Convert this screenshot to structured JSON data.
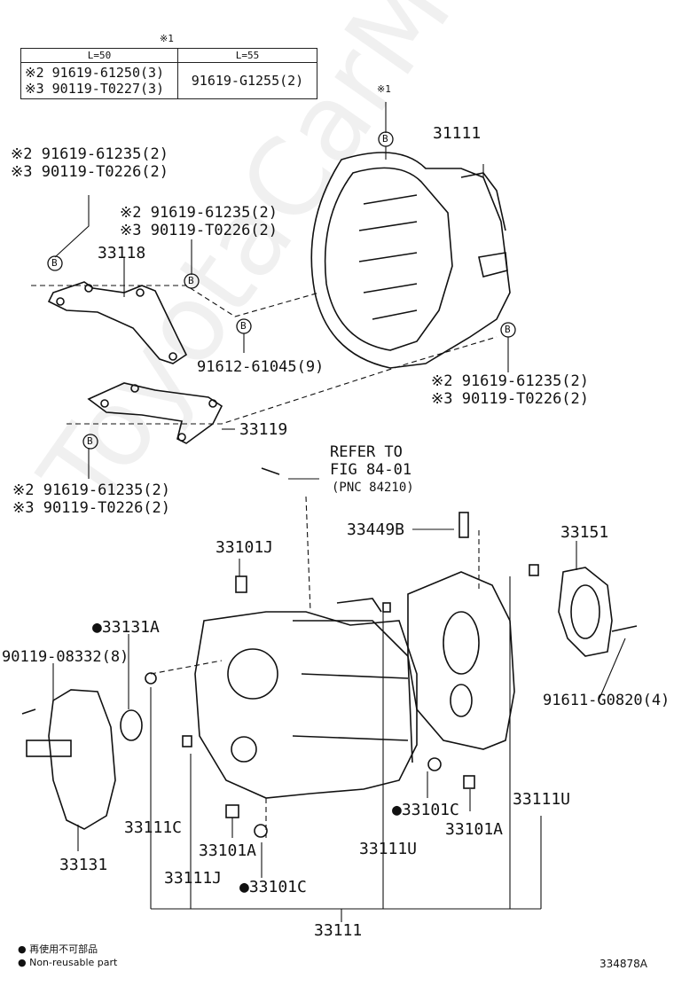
{
  "table": {
    "mark": "※1",
    "col1_header": "L=50",
    "col2_header": "L=55",
    "row1": "※2 91619-61250(3)",
    "row2": "※3 90119-T0227(3)",
    "col2_value": "91619-G1255(2)"
  },
  "labels": {
    "p31111_top": "31111",
    "mark1": "※1",
    "b_letter": "B",
    "left_a2": "※2 91619-61235(2)",
    "left_a3": "※3 90119-T0226(2)",
    "mid_a2": "※2 91619-61235(2)",
    "mid_a3": "※3 90119-T0226(2)",
    "p33118": "33118",
    "p91612": "91612-61045(9)",
    "right_a2": "※2 91619-61235(2)",
    "right_a3": "※3 90119-T0226(2)",
    "p33119": "33119",
    "bottom_a2": "※2 91619-61235(2)",
    "bottom_a3": "※3 90119-T0226(2)",
    "refer1": "REFER TO",
    "refer2": "FIG 84-01",
    "refer3": "(PNC 84210)",
    "p33449B": "33449B",
    "p33151": "33151",
    "p33101J": "33101J",
    "p33131A": "●33131A",
    "p90119_08332": "90119-08332(8)",
    "p91611": "91611-G0820(4)",
    "p33111C": "33111C",
    "p33101C_right": "●33101C",
    "p33101A_right": "33101A",
    "p33111U_right": "33111U",
    "p33131": "33131",
    "p33101A_left": "33101A",
    "p33111U_mid": "33111U",
    "p33111J": "33111J",
    "p33101C_left": "●33101C",
    "p33111_bottom": "33111"
  },
  "legend": {
    "line1": "● 再使用不可部品",
    "line2": "● Non-reusable part"
  },
  "code": "334878A"
}
